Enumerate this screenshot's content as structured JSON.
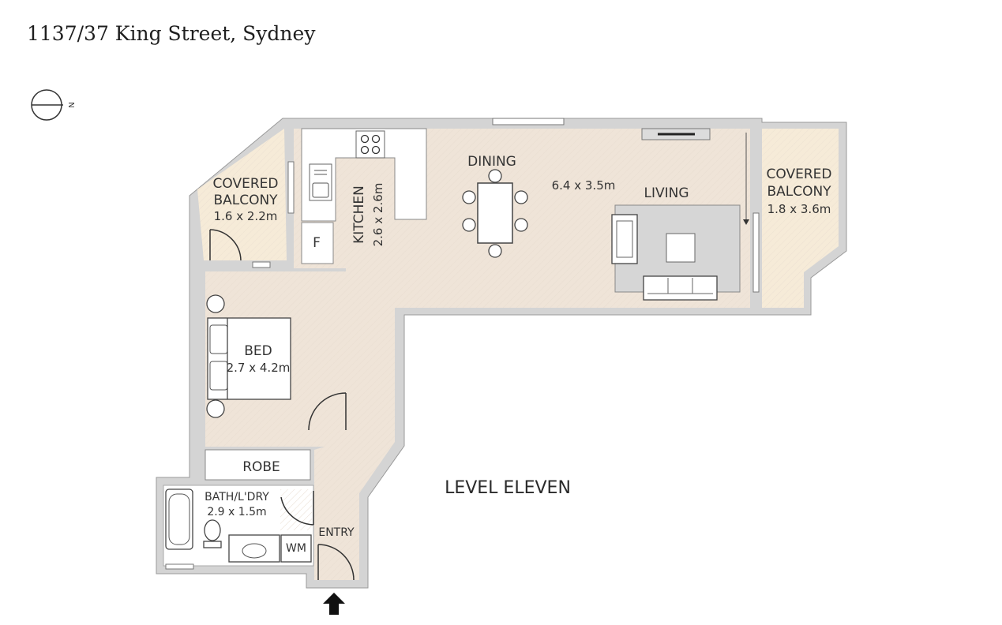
{
  "address": "1137/37 King Street, Sydney",
  "level": "LEVEL ELEVEN",
  "compass_letter": "N",
  "rooms": {
    "covered_balcony_left": {
      "name_line1": "COVERED",
      "name_line2": "BALCONY",
      "size": "1.6 x 2.2m"
    },
    "covered_balcony_right": {
      "name_line1": "COVERED",
      "name_line2": "BALCONY",
      "size": "1.8 x 3.6m"
    },
    "kitchen": {
      "name": "KITCHEN",
      "size": "2.6 x 2.6m"
    },
    "dining": {
      "name": "DINING"
    },
    "living": {
      "name": "LIVING",
      "size": "6.4 x 3.5m"
    },
    "bed": {
      "name": "BED",
      "size": "2.7 x 4.2m"
    },
    "robe": {
      "name": "ROBE"
    },
    "bath": {
      "name": "BATH/L'DRY",
      "size": "2.9 x 1.5m"
    },
    "entry": {
      "name": "ENTRY"
    }
  },
  "fixtures": {
    "fridge": "F",
    "washing_machine": "WM"
  },
  "colors": {
    "floor": "#efe4d8",
    "balcony": "#f5ead6",
    "wall": "#d2d2d2",
    "rug": "#d6d6d6"
  }
}
